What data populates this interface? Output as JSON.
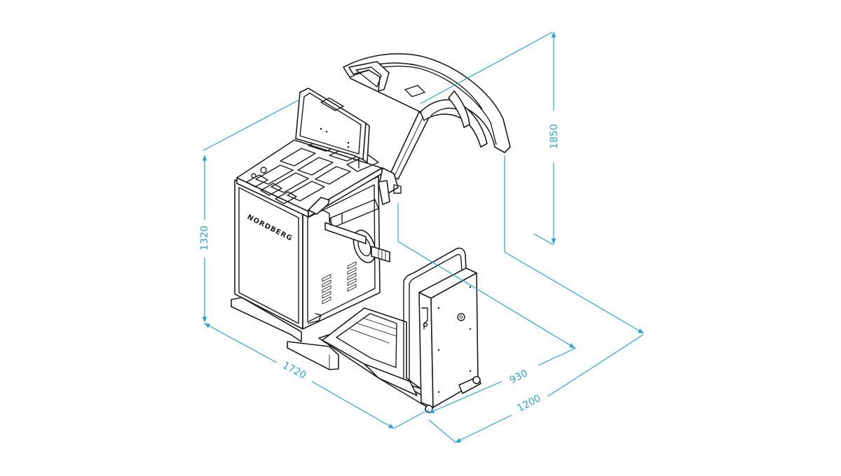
{
  "colors": {
    "dimension": "#2aa4d8",
    "machine_outline": "#1c1c1c",
    "background": "#ffffff"
  },
  "machine": {
    "brand_label": "NORDBERG"
  },
  "dimensions": {
    "height_body": "1320",
    "height_total": "1850",
    "width": "1720",
    "depth_base": "930",
    "depth_total": "1200"
  }
}
